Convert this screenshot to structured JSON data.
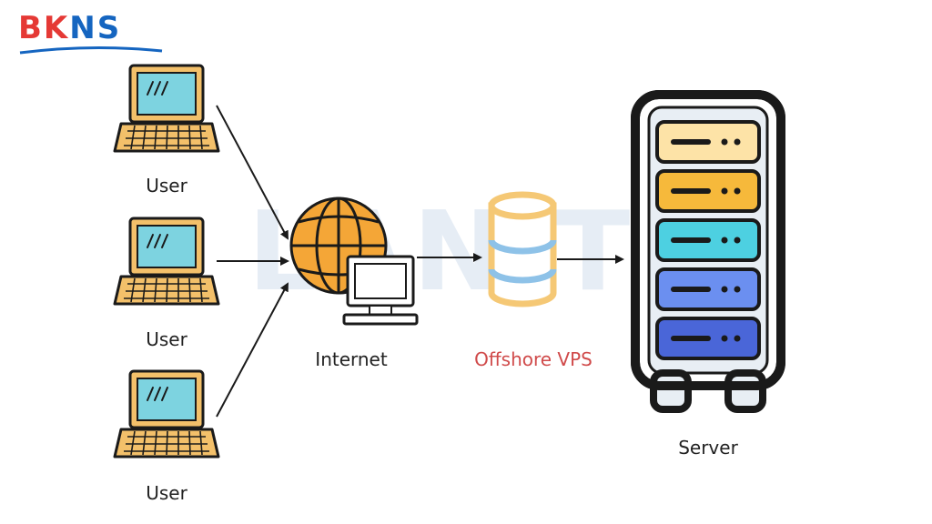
{
  "brand": {
    "logo_part1": "BK",
    "logo_part2": "NS"
  },
  "watermark": "LANIT",
  "nodes": {
    "user1": "User",
    "user2": "User",
    "user3": "User",
    "internet": "Internet",
    "vps": "Offshore VPS",
    "server": "Server"
  },
  "colors": {
    "laptop_screen": "#7dd3e0",
    "laptop_body": "#f3c06a",
    "globe": "#f4a637",
    "vps": "#f5c875",
    "vps_band": "#8ec2e8",
    "vps_label": "#d04a4a",
    "server_slot_1": "#fde3a7",
    "server_slot_2": "#f6b93b",
    "server_slot_3": "#4dd0e1",
    "server_slot_4": "#6b8ff0",
    "server_slot_5": "#4a66d8",
    "outline": "#1a1a1a"
  }
}
